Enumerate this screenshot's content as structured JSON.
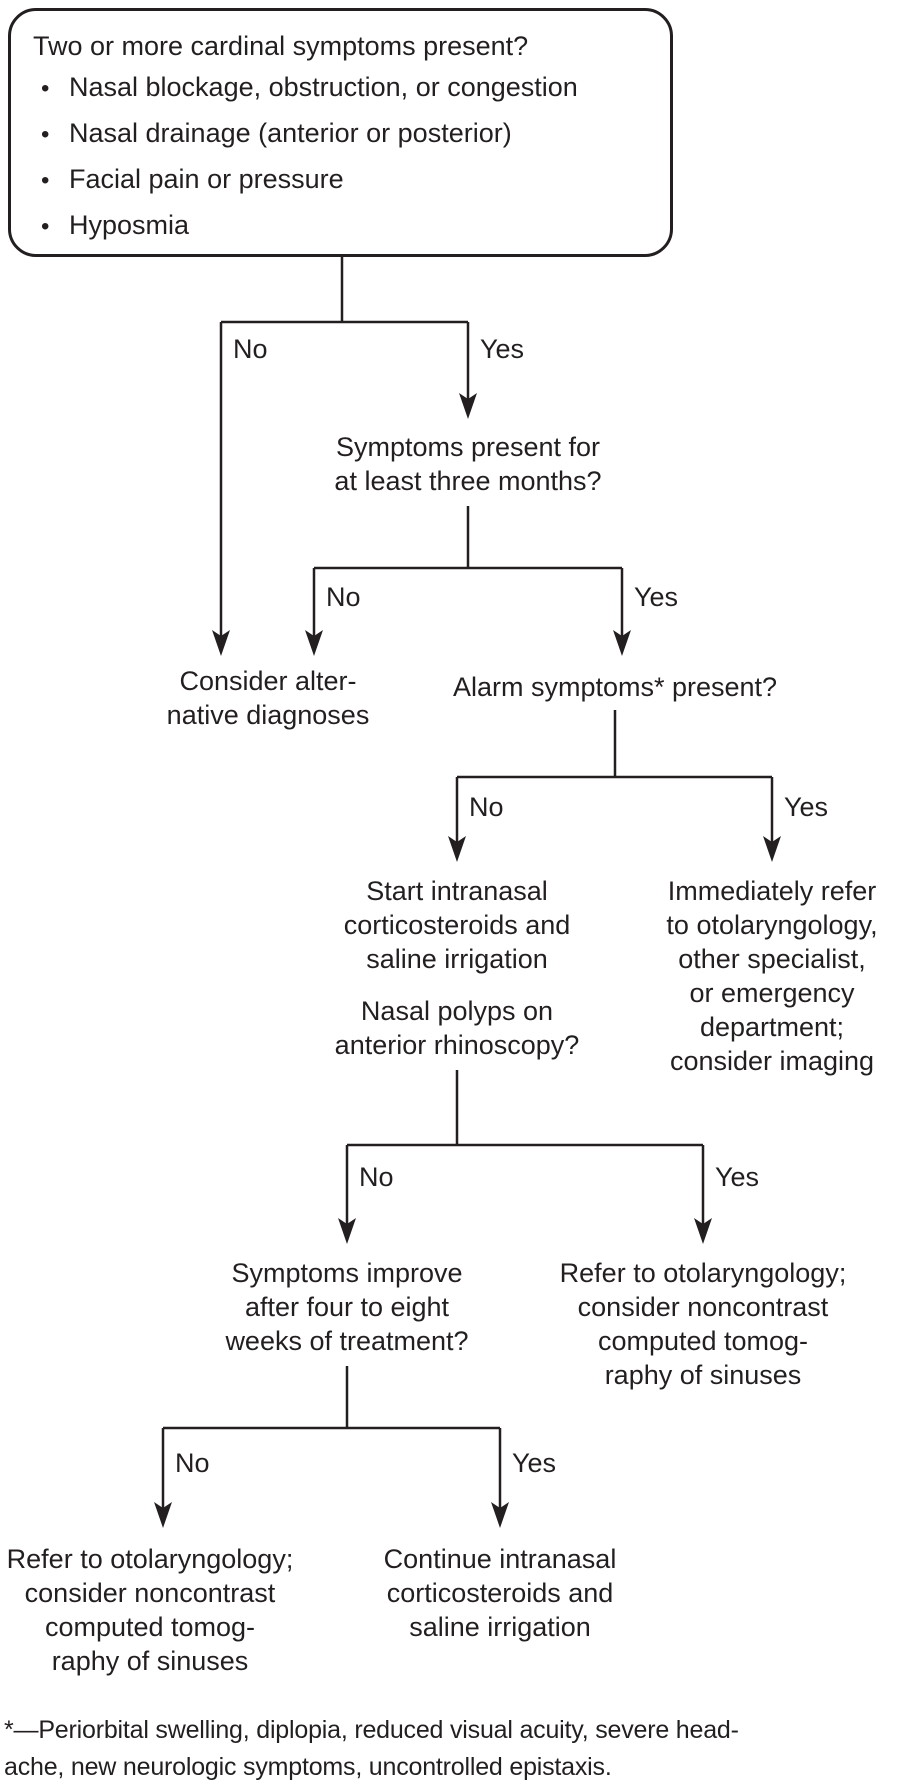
{
  "figure": {
    "type": "clinical-decision-flowchart",
    "background": "#ffffff",
    "line_color": "#231f20",
    "text_color": "#231f20"
  },
  "start": {
    "question": "Two or more cardinal symptoms present?",
    "bullet_char": "•",
    "bullets": [
      "Nasal blockage, obstruction, or congestion",
      "Nasal drainage (anterior or posterior)",
      "Facial pain or pressure",
      "Hyposmia"
    ],
    "no_label": "No",
    "yes_label": "Yes"
  },
  "decisions": {
    "duration": {
      "lines": [
        "Symptoms present for",
        "at least three months?"
      ],
      "no_label": "No",
      "yes_label": "Yes"
    },
    "alarm": {
      "lines": [
        "Alarm symptoms* present?"
      ],
      "no_label": "No",
      "yes_label": "Yes"
    },
    "polyps": {
      "lines": [
        "Nasal polyps on",
        "anterior rhinoscopy?"
      ],
      "no_label": "No",
      "yes_label": "Yes"
    },
    "improve": {
      "lines": [
        "Symptoms improve",
        "after four to eight",
        "weeks of treatment?"
      ],
      "no_label": "No",
      "yes_label": "Yes"
    }
  },
  "outcomes": {
    "consider_alternative": {
      "lines": [
        "Consider alter-",
        "native diagnoses"
      ]
    },
    "start_treatment": {
      "lines": [
        "Start intranasal",
        "corticosteroids and",
        "saline irrigation"
      ]
    },
    "immediate_referral": {
      "lines": [
        "Immediately refer",
        "to otolaryngology,",
        "other specialist,",
        "or emergency",
        "department;",
        "consider imaging"
      ]
    },
    "refer_ct_mid": {
      "lines": [
        "Refer to otolaryngology;",
        "consider noncontrast",
        "computed tomog-",
        "raphy of sinuses"
      ]
    },
    "refer_ct_bottom": {
      "lines": [
        "Refer to otolaryngology;",
        "consider noncontrast",
        "computed tomog-",
        "raphy of sinuses"
      ]
    },
    "continue_treatment": {
      "lines": [
        "Continue intranasal",
        "corticosteroids and",
        "saline irrigation"
      ]
    }
  },
  "footnote": {
    "lines": [
      "*—Periorbital swelling, diplopia, reduced visual acuity, severe head-",
      "ache, new neurologic symptoms, uncontrolled epistaxis."
    ]
  }
}
